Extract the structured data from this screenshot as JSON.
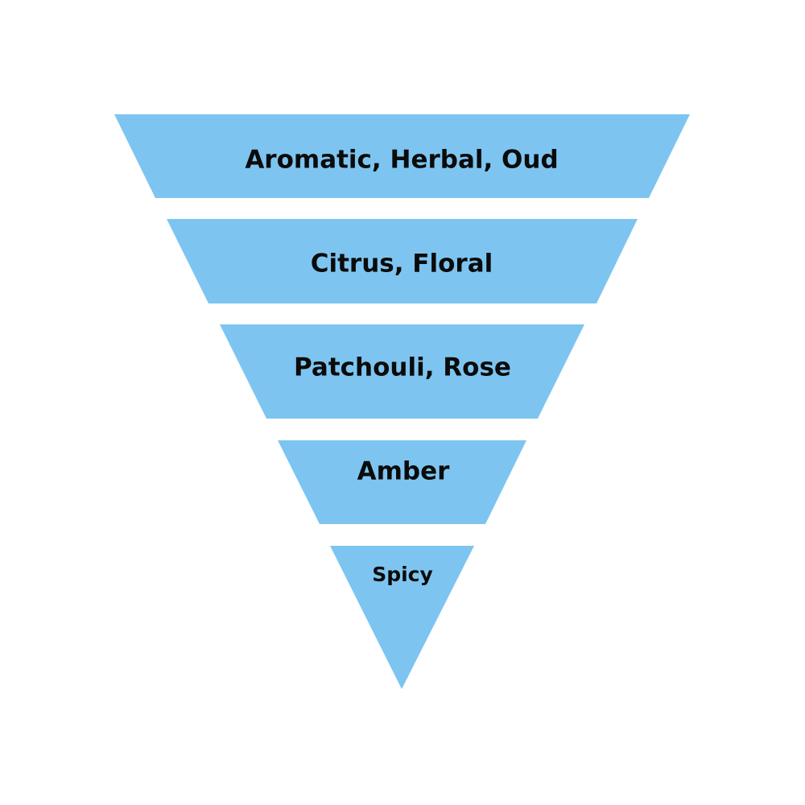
{
  "diagram": {
    "type": "inverted-funnel",
    "fill_color": "#7DC5F0",
    "levels": [
      {
        "label": "Aromatic, Herbal, Oud"
      },
      {
        "label": "Citrus, Floral"
      },
      {
        "label": "Patchouli, Rose"
      },
      {
        "label": "Amber"
      },
      {
        "label": "Spicy"
      }
    ]
  }
}
